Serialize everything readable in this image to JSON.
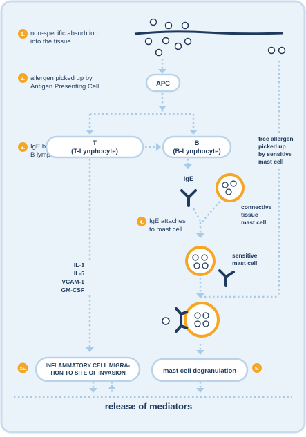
{
  "steps": {
    "s1": {
      "number": "1.",
      "line1": "non-specific absorbtion",
      "line2": "into the tissue"
    },
    "s2": {
      "number": "2.",
      "line1": "allergen picked up by",
      "line2": "Antigen Presenting Cell"
    },
    "s3": {
      "number": "3.",
      "line1": "IgE bearing",
      "line2": "B lymphocytes"
    },
    "s4": {
      "number": "4.",
      "line1": "IgE attaches",
      "line2": "to mast cell"
    },
    "s3a": {
      "number": "3a."
    },
    "s5": {
      "number": "5."
    }
  },
  "nodes": {
    "apc": "APC",
    "t_cell": {
      "line1": "T",
      "line2": "(T-Lynphocyte)"
    },
    "b_cell": {
      "line1": "B",
      "line2": "(B-Lynphocyte)"
    },
    "ige": "IgE",
    "connective_mast": {
      "line1": "connective",
      "line2": "tissue",
      "line3": "mast cell"
    },
    "sensitive_mast": {
      "line1": "sensitive",
      "line2": "mast cell"
    },
    "free_allergen": {
      "line1": "free allergen",
      "line2": "picked up",
      "line3": "by sensitive",
      "line4": "mast cell"
    },
    "cytokines": [
      "IL-3",
      "IL-5",
      "VCAM-1",
      "GM-CSF"
    ],
    "inflammatory": {
      "line1": "INFLAMMATORY CELL MIGRA-",
      "line2": "TION TO SITE OF INVASION"
    },
    "degranulation": "mast cell degranulation"
  },
  "footer": {
    "title": "release of mediators"
  },
  "colors": {
    "frame_bg": "#eaf2fa",
    "frame_border": "#c9dbed",
    "dark": "#1f3a5c",
    "dotted": "#a9cbe8",
    "orange": "#f5a623",
    "box_border": "#b9d3ea"
  }
}
